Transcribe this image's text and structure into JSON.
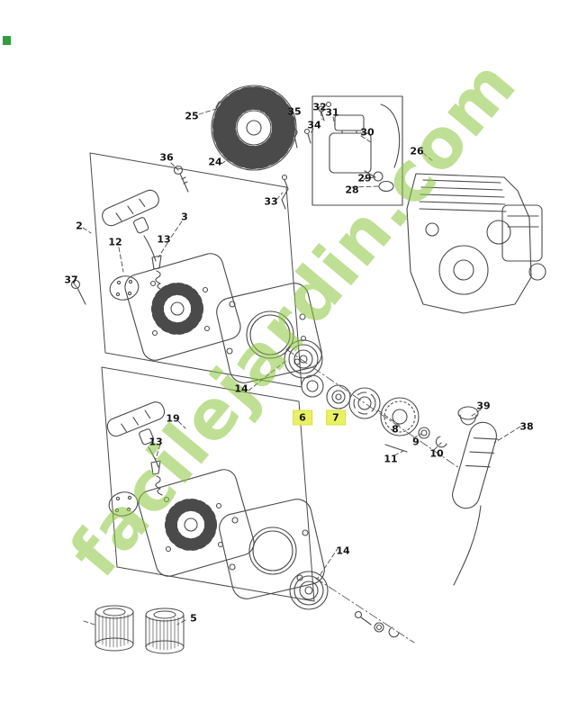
{
  "page": {
    "background": "#ffffff",
    "watermark": {
      "text": "facilejardin.com",
      "color": "#8cc63f"
    },
    "corner_mark_color": "#2f9e41"
  },
  "diagram": {
    "description": "Chainsaw starter / flywheel / clutch exploded parts diagram",
    "highlight_color": "#e9f163",
    "line_color": "#4a4a4a",
    "labels": [
      {
        "num": "25",
        "highlight": false
      },
      {
        "num": "36",
        "highlight": false
      },
      {
        "num": "24",
        "highlight": false
      },
      {
        "num": "35",
        "highlight": false
      },
      {
        "num": "32",
        "highlight": false
      },
      {
        "num": "31",
        "highlight": false
      },
      {
        "num": "34",
        "highlight": false
      },
      {
        "num": "30",
        "highlight": false
      },
      {
        "num": "26",
        "highlight": false
      },
      {
        "num": "29",
        "highlight": false
      },
      {
        "num": "28",
        "highlight": false
      },
      {
        "num": "33",
        "highlight": false
      },
      {
        "num": "2",
        "highlight": false
      },
      {
        "num": "3",
        "highlight": false
      },
      {
        "num": "13",
        "highlight": false
      },
      {
        "num": "12",
        "highlight": false
      },
      {
        "num": "37",
        "highlight": false
      },
      {
        "num": "14",
        "highlight": false
      },
      {
        "num": "6",
        "highlight": true
      },
      {
        "num": "7",
        "highlight": true
      },
      {
        "num": "8",
        "highlight": false
      },
      {
        "num": "9",
        "highlight": false
      },
      {
        "num": "10",
        "highlight": false
      },
      {
        "num": "11",
        "highlight": false
      },
      {
        "num": "39",
        "highlight": false
      },
      {
        "num": "38",
        "highlight": false
      },
      {
        "num": "19",
        "highlight": false
      },
      {
        "num": "13",
        "highlight": false
      },
      {
        "num": "14",
        "highlight": false
      },
      {
        "num": "5",
        "highlight": false
      }
    ]
  }
}
